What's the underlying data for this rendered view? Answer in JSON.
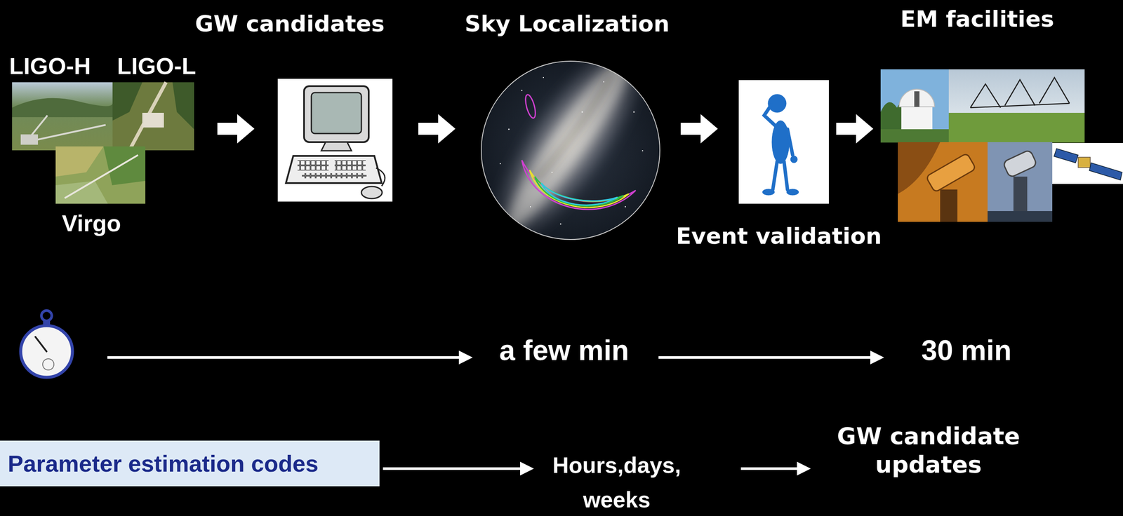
{
  "diagram": {
    "nodes": [
      {
        "text": [
          "LIGO-H",
          "LIGO-L",
          "Virgo"
        ]
      },
      {
        "text": [
          "GW candidates"
        ]
      },
      {
        "text": [
          "Sky Localization"
        ]
      },
      {
        "text": [
          "Event validation"
        ]
      },
      {
        "text": [
          "EM facilities"
        ]
      },
      {
        "text": [
          "Parameter estimation codes"
        ]
      }
    ],
    "edges": [
      {
        "from": 0,
        "to": 1,
        "arrow": "to"
      },
      {
        "from": 1,
        "to": 2,
        "arrow": "to"
      },
      {
        "from": 2,
        "to": 3,
        "arrow": "to"
      },
      {
        "from": 3,
        "to": 4,
        "arrow": "to"
      }
    ],
    "labels": [
      "a few min",
      "30 min",
      "Hours,days, weeks",
      "GW candidate updates"
    ]
  }
}
